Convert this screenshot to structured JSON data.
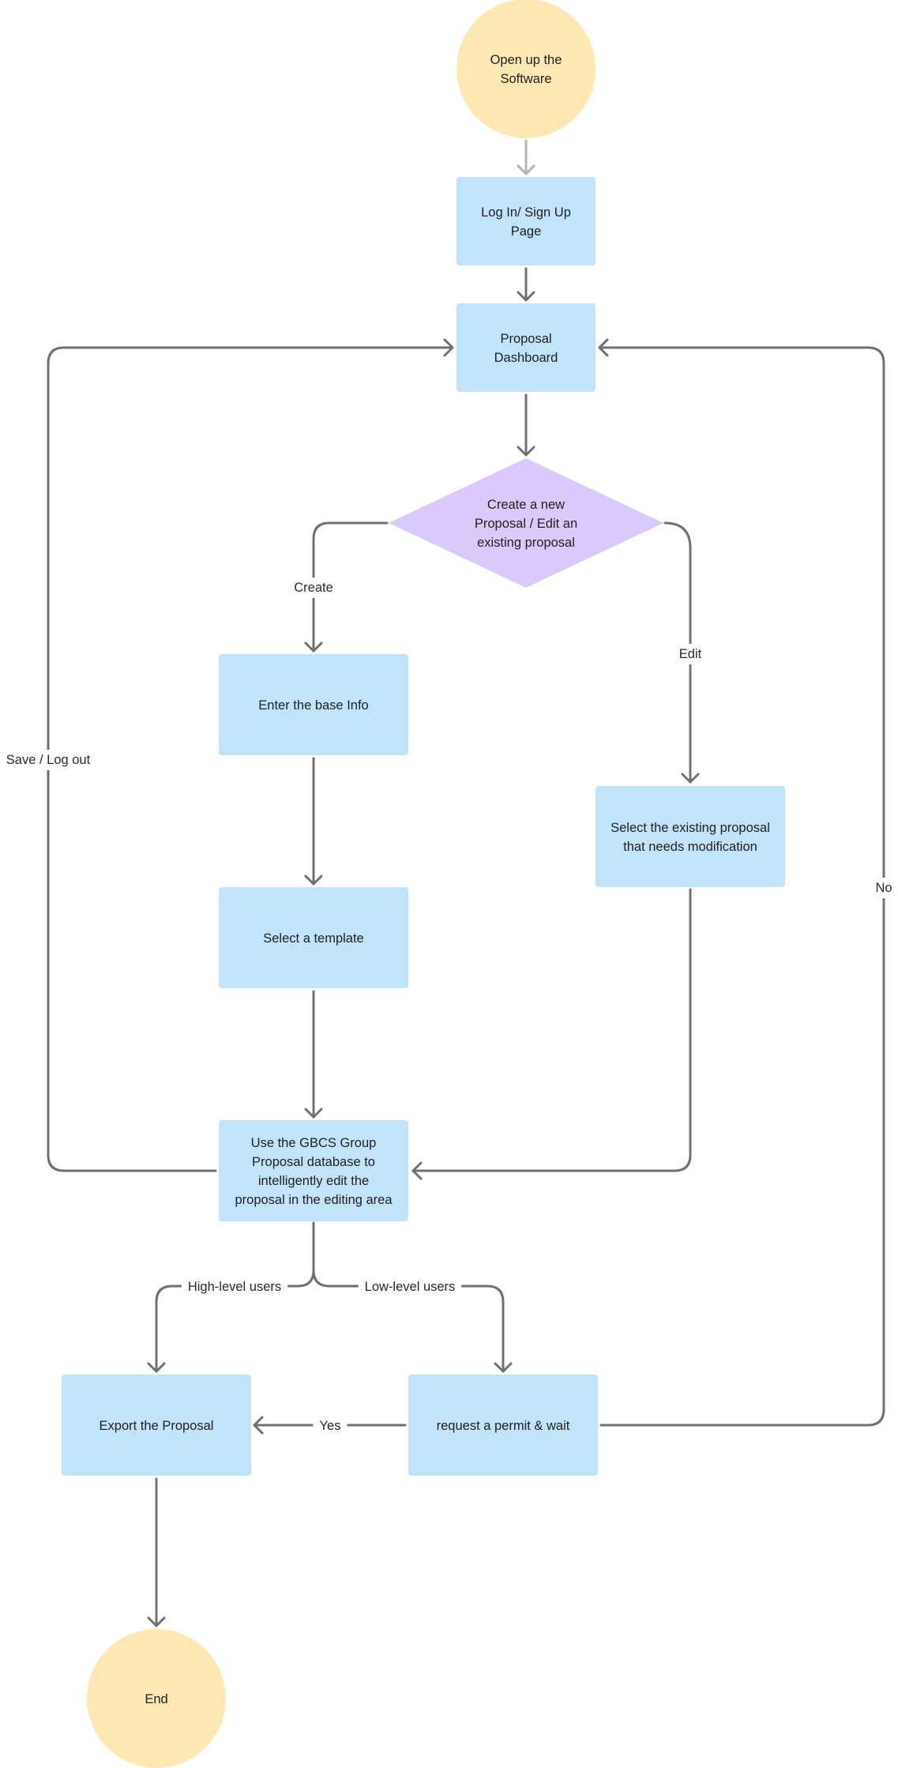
{
  "colors": {
    "terminal": "#fde8b4",
    "process": "#c2e4fb",
    "decision": "#dacafb",
    "edge": "#707070",
    "edge_light": "#b3b3b3",
    "background": "#ffffff"
  },
  "nodes": [
    {
      "id": "start",
      "shape": "circle",
      "lines": [
        "Open up the",
        "Software"
      ]
    },
    {
      "id": "login",
      "shape": "rect",
      "lines": [
        "Log In/ Sign Up",
        "Page"
      ]
    },
    {
      "id": "dashboard",
      "shape": "rect",
      "lines": [
        "Proposal",
        "Dashboard"
      ]
    },
    {
      "id": "decision",
      "shape": "diamond",
      "lines": [
        "Create a new",
        "Proposal / Edit an",
        "existing proposal"
      ]
    },
    {
      "id": "base-info",
      "shape": "rect",
      "lines": [
        "Enter the base Info"
      ]
    },
    {
      "id": "select-existing",
      "shape": "rect",
      "lines": [
        "Select the existing proposal",
        "that needs modification"
      ]
    },
    {
      "id": "template",
      "shape": "rect",
      "lines": [
        "Select a template"
      ]
    },
    {
      "id": "edit",
      "shape": "rect",
      "lines": [
        "Use the GBCS Group",
        "Proposal database to",
        "intelligently edit the",
        "proposal in the editing area"
      ]
    },
    {
      "id": "export",
      "shape": "rect",
      "lines": [
        "Export the Proposal"
      ]
    },
    {
      "id": "permit",
      "shape": "rect",
      "lines": [
        "request a permit & wait"
      ]
    },
    {
      "id": "end",
      "shape": "circle",
      "lines": [
        "End"
      ]
    }
  ],
  "edges": [
    {
      "id": "start-login",
      "from": "start",
      "to": "login",
      "label": ""
    },
    {
      "id": "login-dashboard",
      "from": "login",
      "to": "dashboard",
      "label": ""
    },
    {
      "id": "dashboard-decision",
      "from": "dashboard",
      "to": "decision",
      "label": ""
    },
    {
      "id": "decision-base-info",
      "from": "decision",
      "to": "base-info",
      "label": "Create"
    },
    {
      "id": "decision-select-existing",
      "from": "decision",
      "to": "select-existing",
      "label": "Edit"
    },
    {
      "id": "base-info-template",
      "from": "base-info",
      "to": "template",
      "label": ""
    },
    {
      "id": "template-edit",
      "from": "template",
      "to": "edit",
      "label": ""
    },
    {
      "id": "select-existing-edit",
      "from": "select-existing",
      "to": "edit",
      "label": ""
    },
    {
      "id": "edit-dashboard",
      "from": "edit",
      "to": "dashboard",
      "label": "Save / Log out"
    },
    {
      "id": "edit-export",
      "from": "edit",
      "to": "export",
      "label": "High-level users"
    },
    {
      "id": "edit-permit",
      "from": "edit",
      "to": "permit",
      "label": "Low-level users"
    },
    {
      "id": "permit-export",
      "from": "permit",
      "to": "export",
      "label": "Yes"
    },
    {
      "id": "permit-dashboard",
      "from": "permit",
      "to": "dashboard",
      "label": "No"
    },
    {
      "id": "export-end",
      "from": "export",
      "to": "end",
      "label": ""
    }
  ]
}
